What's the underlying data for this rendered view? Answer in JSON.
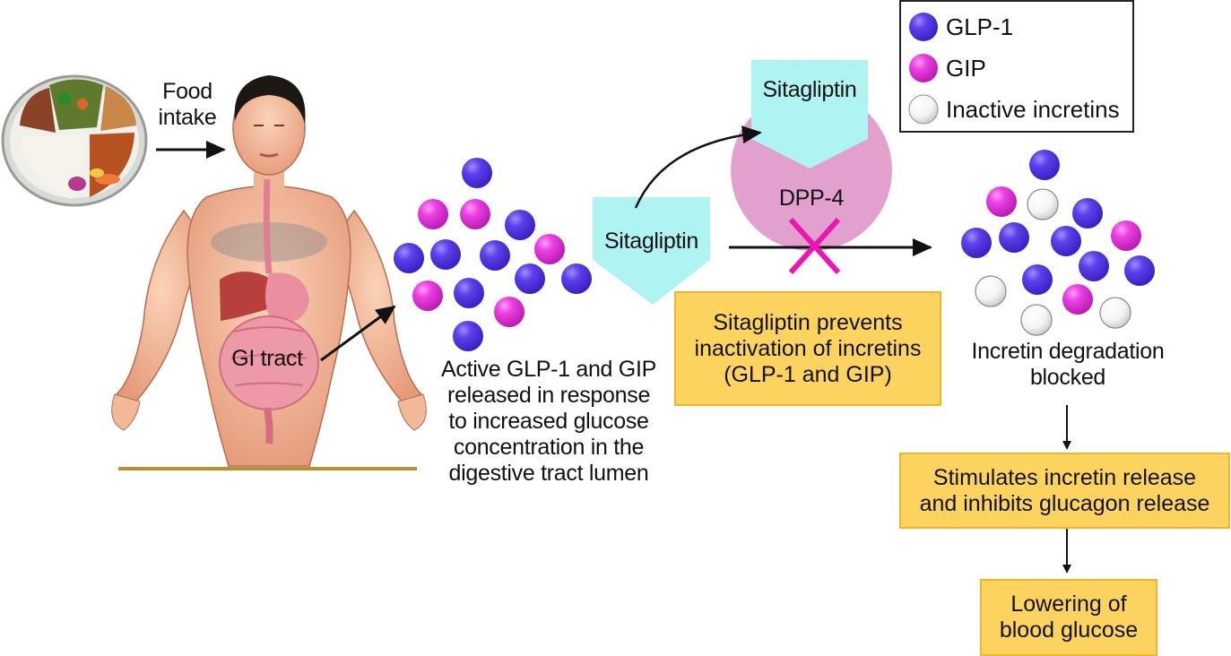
{
  "diagram": {
    "title": "Mechanism of action of sitagliptin",
    "legend": {
      "items": [
        {
          "label": "GLP-1",
          "color": "#5a3de0",
          "kind": "glp1"
        },
        {
          "label": "GIP",
          "color": "#e83ce0",
          "kind": "gip"
        },
        {
          "label": "Inactive incretins",
          "color": "#f2f2f2",
          "kind": "inactive"
        }
      ]
    },
    "food_label_line1": "Food",
    "food_label_line2": "intake",
    "gi_tract_label": "GI tract",
    "active_release_text": [
      "Active GLP-1 and GIP",
      "released in response",
      "to increased glucose",
      "concentration in the",
      "digestive tract lumen"
    ],
    "sitagliptin_left_label": "Sitagliptin",
    "sitagliptin_top_label": "Sitagliptin",
    "dpp4_label": "DPP-4",
    "prevents_box": [
      "Sitagliptin prevents",
      "inactivation of incretins",
      "(GLP-1 and GIP)"
    ],
    "degradation_text": [
      "Incretin degradation",
      "blocked"
    ],
    "stimulates_box": [
      "Stimulates incretin release",
      "and inhibits glucagon release"
    ],
    "lowering_box": [
      "Lowering of",
      "blood glucose"
    ],
    "colors": {
      "sitagliptin_fill": "#b0f3f3",
      "dpp4_fill": "#e2a0cf",
      "box_fill": "#fdd35f",
      "box_border": "#f0b528",
      "block_x": "#ee14b4",
      "ground_line": "#b8902e"
    },
    "left_cluster": [
      "glp1",
      "gip",
      "gip",
      "glp1",
      "glp1",
      "glp1",
      "glp1",
      "gip",
      "glp1",
      "glp1",
      "gip",
      "glp1",
      "gip",
      "glp1"
    ],
    "right_cluster": [
      "glp1",
      "gip",
      "inactive",
      "glp1",
      "glp1",
      "glp1",
      "glp1",
      "gip",
      "glp1",
      "glp1",
      "inactive",
      "glp1",
      "gip",
      "inactive",
      "inactive"
    ]
  }
}
